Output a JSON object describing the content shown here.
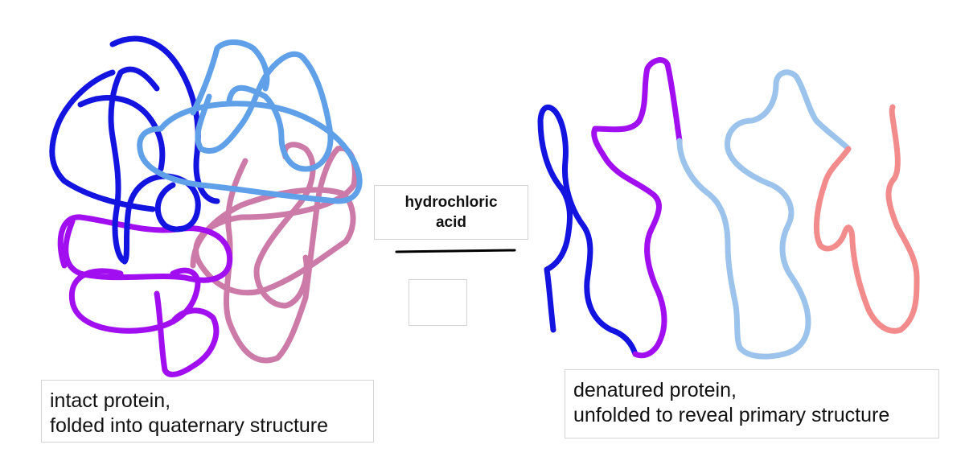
{
  "reagent": {
    "line1": "hydrochloric",
    "line2": "acid"
  },
  "left_caption": {
    "line1": "intact protein,",
    "line2": "folded into quaternary structure"
  },
  "right_caption": {
    "line1": "denatured protein,",
    "line2": "unfolded to reveal primary structure"
  },
  "colors": {
    "chain_blue": "#1414e0",
    "chain_light_blue": "#5fa0e8",
    "chain_pale_blue": "#9cc3ec",
    "chain_purple": "#a10ff0",
    "chain_mauve": "#cc7ba8",
    "chain_salmon": "#f28c8c",
    "arrow": "#000000"
  }
}
